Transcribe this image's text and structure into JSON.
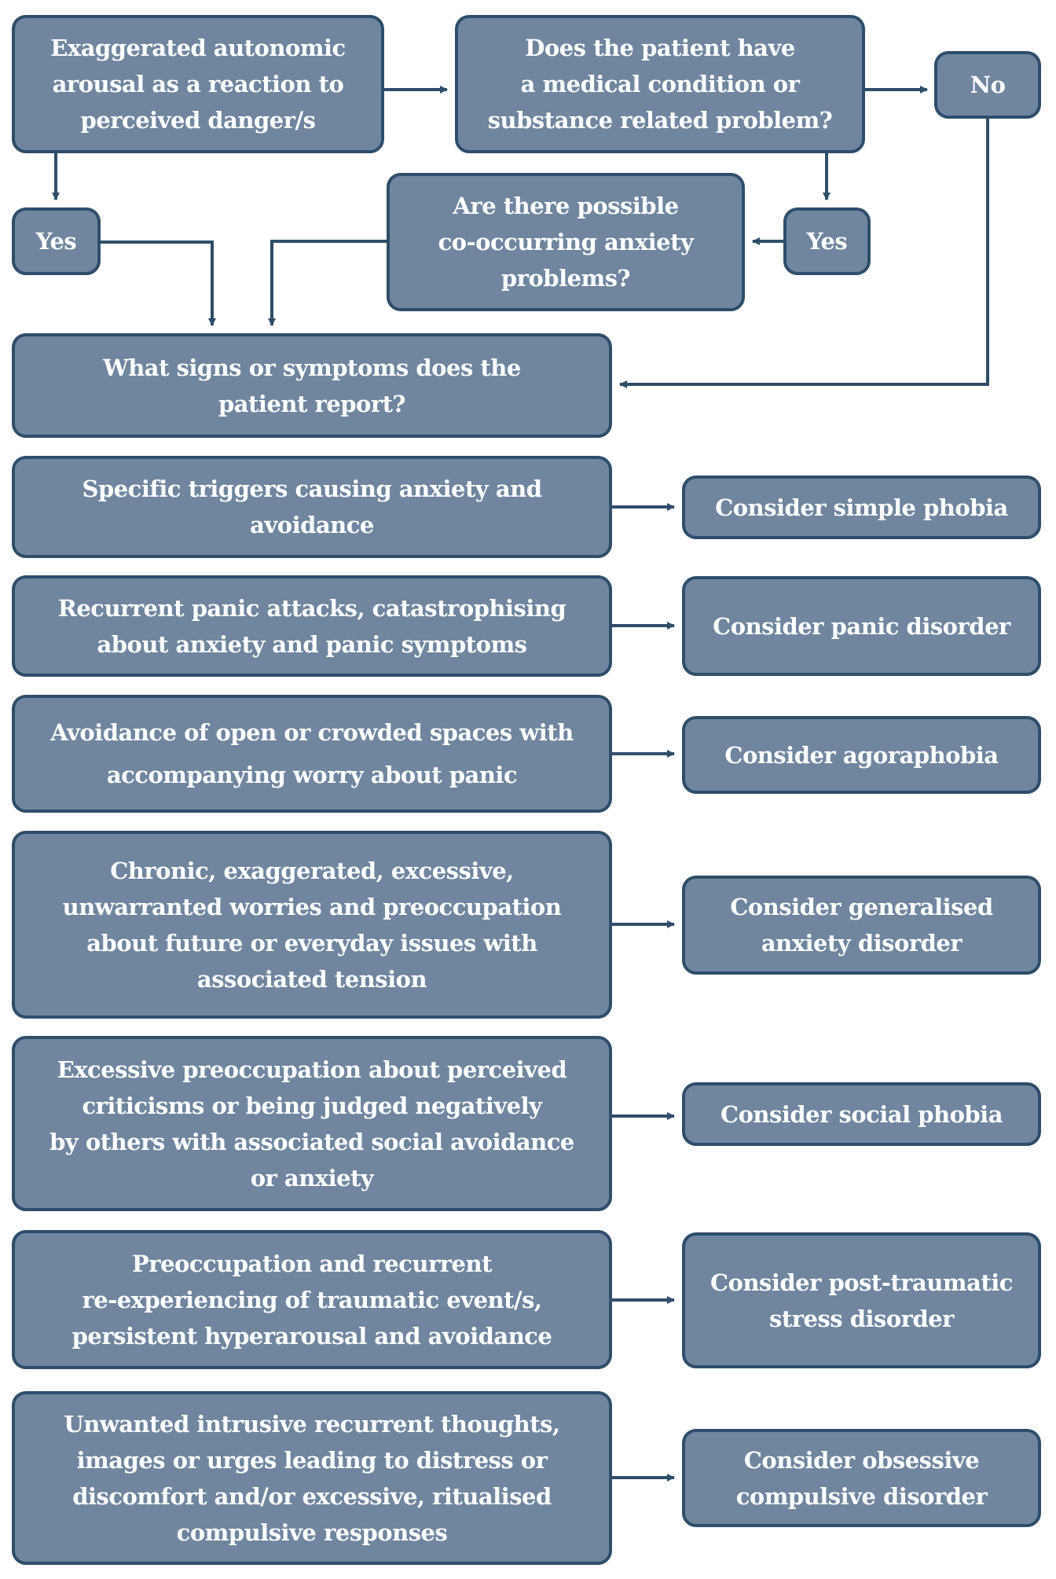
{
  "diagram": {
    "start": {
      "lines": [
        "Exaggerated autonomic",
        "arousal as a reaction to",
        "perceived danger/s"
      ]
    },
    "medical_question": {
      "lines": [
        "Does the patient have",
        "a medical condition or",
        "substance related problem?"
      ]
    },
    "no_label": "No",
    "yes_left_label": "Yes",
    "yes_right_label": "Yes",
    "co_occurring_question": {
      "lines": [
        "Are there possible",
        "co-occurring anxiety",
        "problems?"
      ]
    },
    "symptoms_question": {
      "lines": [
        "What signs or symptoms does the",
        "patient report?"
      ]
    },
    "rows": [
      {
        "symptom": [
          "Specific triggers causing anxiety and",
          "avoidance"
        ],
        "diagnosis": [
          "Consider simple phobia"
        ]
      },
      {
        "symptom": [
          "Recurrent panic attacks, catastrophising",
          "about anxiety and panic symptoms"
        ],
        "diagnosis": [
          "Consider panic disorder"
        ]
      },
      {
        "symptom": [
          "Avoidance of open or crowded spaces with",
          "accompanying worry about panic"
        ],
        "diagnosis": [
          "Consider agoraphobia"
        ]
      },
      {
        "symptom": [
          "Chronic, exaggerated, excessive,",
          "unwarranted worries and preoccupation",
          "about future or everyday issues with",
          "associated tension"
        ],
        "diagnosis": [
          "Consider generalised",
          "anxiety disorder"
        ]
      },
      {
        "symptom": [
          "Excessive preoccupation about perceived",
          "criticisms or being judged negatively",
          "by others with associated social avoidance",
          "or anxiety"
        ],
        "diagnosis": [
          "Consider social phobia"
        ]
      },
      {
        "symptom": [
          "Preoccupation and recurrent",
          "re-experiencing of traumatic event/s,",
          "persistent hyperarousal and avoidance"
        ],
        "diagnosis": [
          "Consider post-traumatic",
          "stress disorder"
        ]
      },
      {
        "symptom": [
          "Unwanted intrusive recurrent thoughts,",
          "images or urges leading to distress or",
          "discomfort and/or excessive, ritualised",
          "compulsive responses"
        ],
        "diagnosis": [
          "Consider obsessive",
          "compulsive disorder"
        ]
      }
    ],
    "colors": {
      "box_fill": "#70869f",
      "box_border": "#2e4e6a",
      "text": "#ffffff",
      "connector": "#2e4e6a"
    }
  }
}
